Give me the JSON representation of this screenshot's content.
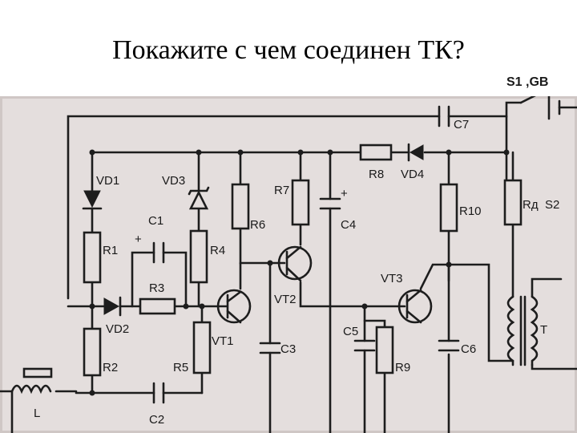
{
  "slide": {
    "title": "Покажите с чем соединен ТК?"
  },
  "diagram": {
    "labels": {
      "vd1": "VD1",
      "vd3": "VD3",
      "vd2": "VD2",
      "vd4": "VD4",
      "r1": "R1",
      "r2": "R2",
      "r3": "R3",
      "r4": "R4",
      "r5": "R5",
      "r6": "R6",
      "r7": "R7",
      "r8": "R8",
      "r9": "R9",
      "r10": "R10",
      "rd": "Rд",
      "s2": "S2",
      "c1": "C1",
      "c2": "C2",
      "c3": "C3",
      "c4": "C4",
      "c5": "C5",
      "c6": "C6",
      "c7": "C7",
      "vt1": "VT1",
      "vt2": "VT2",
      "vt3": "VT3",
      "l": "L",
      "t": "T",
      "s1gb": "S1 ,GB",
      "plus1": "+",
      "plus2": "+"
    },
    "colors": {
      "paper": "#e4dedd",
      "ink": "#1d1d1d"
    }
  }
}
